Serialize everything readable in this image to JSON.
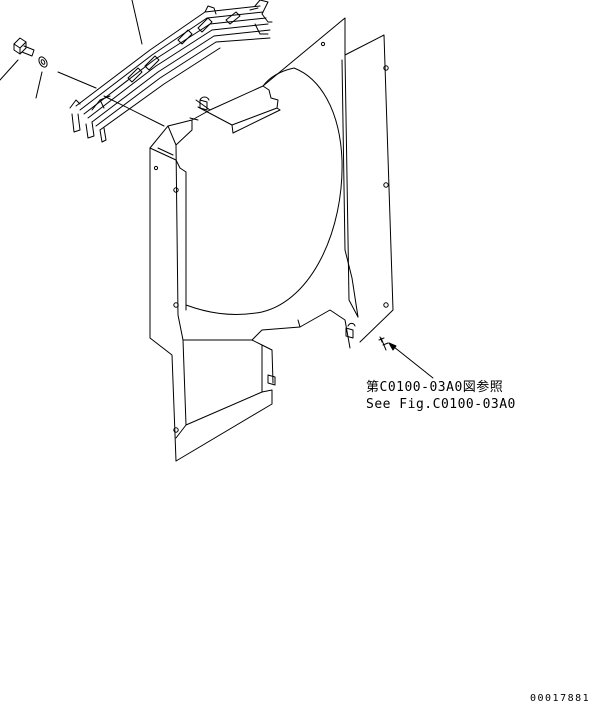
{
  "reference": {
    "line_jp": "第C0100-03A0図参照",
    "line_en": "See Fig.C0100-03A0"
  },
  "drawing_number": "00017881",
  "colors": {
    "line": "#000000",
    "background": "#ffffff"
  }
}
